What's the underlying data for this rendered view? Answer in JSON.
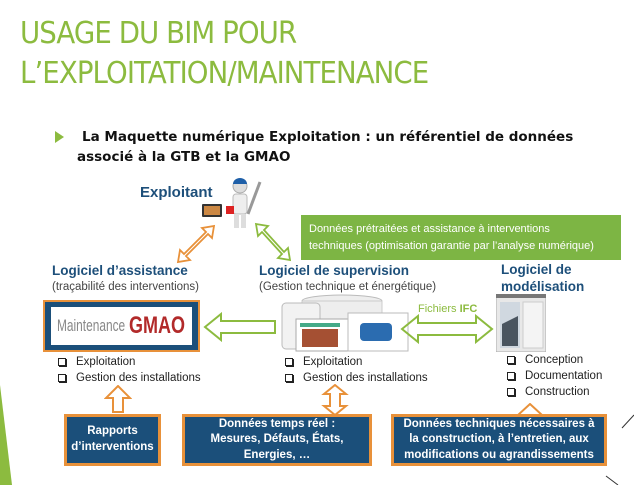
{
  "slide": {
    "title_line1": "USAGE DU BIM POUR",
    "title_line2": "L’EXPLOITATION/MAINTENANCE",
    "bullet_line1": "La Maquette numérique Exploitation : un référentiel de données",
    "bullet_line2": "associé à la GTB et la GMAO"
  },
  "diagram": {
    "exploitant": "Exploitant",
    "green_note_line1": "Données prétraitées et assistance à interventions",
    "green_note_line2": "techniques (optimisation garantie par l’analyse numérique)",
    "assistance": {
      "title": "Logiciel d’assistance",
      "subtitle": "(traçabilité des interventions)",
      "logo_left": "Maintenance",
      "logo_right": "GMAO",
      "items": [
        "Exploitation",
        "Gestion des installations"
      ]
    },
    "supervision": {
      "title": "Logiciel de supervision",
      "subtitle": "(Gestion technique et énergétique)",
      "items": [
        "Exploitation",
        "Gestion des installations"
      ]
    },
    "modelisation": {
      "title_line1": "Logiciel de",
      "title_line2": "modélisation",
      "items": [
        "Conception",
        "Documentation",
        "Construction"
      ]
    },
    "ifc_label_a": "Fichiers ",
    "ifc_label_b": "IFC",
    "box_rapports_line1": "Rapports",
    "box_rapports_line2": "d’interventions",
    "box_temps_line1": "Données temps réel :",
    "box_temps_line2": "Mesures, Défauts, États,",
    "box_temps_line3": "Energies, …",
    "box_tech_line1": "Données techniques nécessaires à",
    "box_tech_line2": "la construction, à l’entretien, aux",
    "box_tech_line3": "modifications ou agrandissements"
  },
  "colors": {
    "title_green": "#8cbb3f",
    "navy": "#1b4f7a",
    "orange": "#e8913a",
    "note_green": "#7db544"
  }
}
